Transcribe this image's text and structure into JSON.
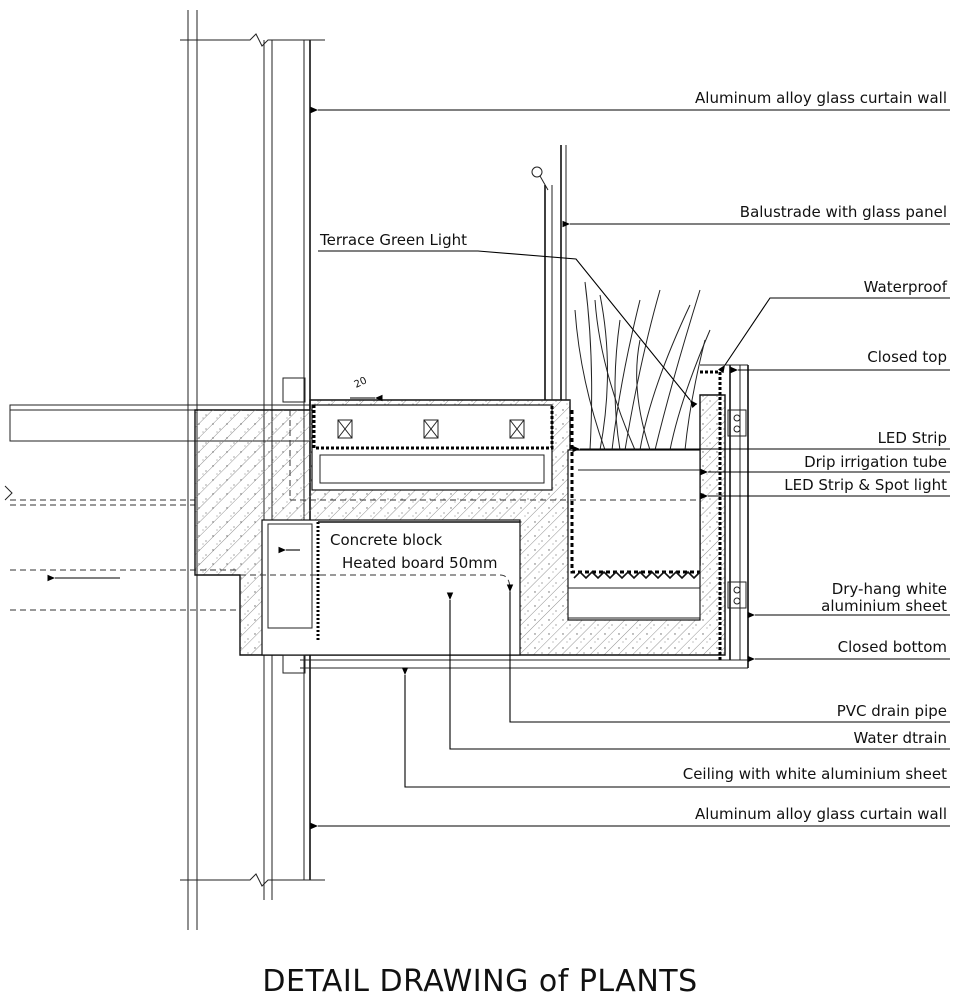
{
  "title": "DETAIL DRAWING of PLANTS",
  "dimension_mark": "20",
  "callouts": [
    {
      "id": "curtain-wall-top",
      "label": "Aluminum alloy glass curtain wall"
    },
    {
      "id": "balustrade",
      "label": "Balustrade with glass panel"
    },
    {
      "id": "terrace-light",
      "label": "Terrace Green Light"
    },
    {
      "id": "waterproof",
      "label": "Waterproof"
    },
    {
      "id": "closed-top",
      "label": "Closed top"
    },
    {
      "id": "led-strip",
      "label": "LED Strip"
    },
    {
      "id": "drip-irrigation",
      "label": "Drip irrigation tube"
    },
    {
      "id": "led-spot",
      "label": "LED Strip & Spot light"
    },
    {
      "id": "concrete-block",
      "label": "Concrete block"
    },
    {
      "id": "heated-board",
      "label": "Heated board 50mm"
    },
    {
      "id": "dry-hang-1",
      "label": "Dry-hang white"
    },
    {
      "id": "dry-hang-2",
      "label": "aluminium sheet"
    },
    {
      "id": "closed-bottom",
      "label": "Closed bottom"
    },
    {
      "id": "pvc-drain",
      "label": "PVC drain pipe"
    },
    {
      "id": "water-drain",
      "label": "Water dtrain"
    },
    {
      "id": "ceiling",
      "label": "Ceiling with white aluminium sheet"
    },
    {
      "id": "curtain-wall-bottom",
      "label": "Aluminum alloy glass curtain wall"
    }
  ]
}
